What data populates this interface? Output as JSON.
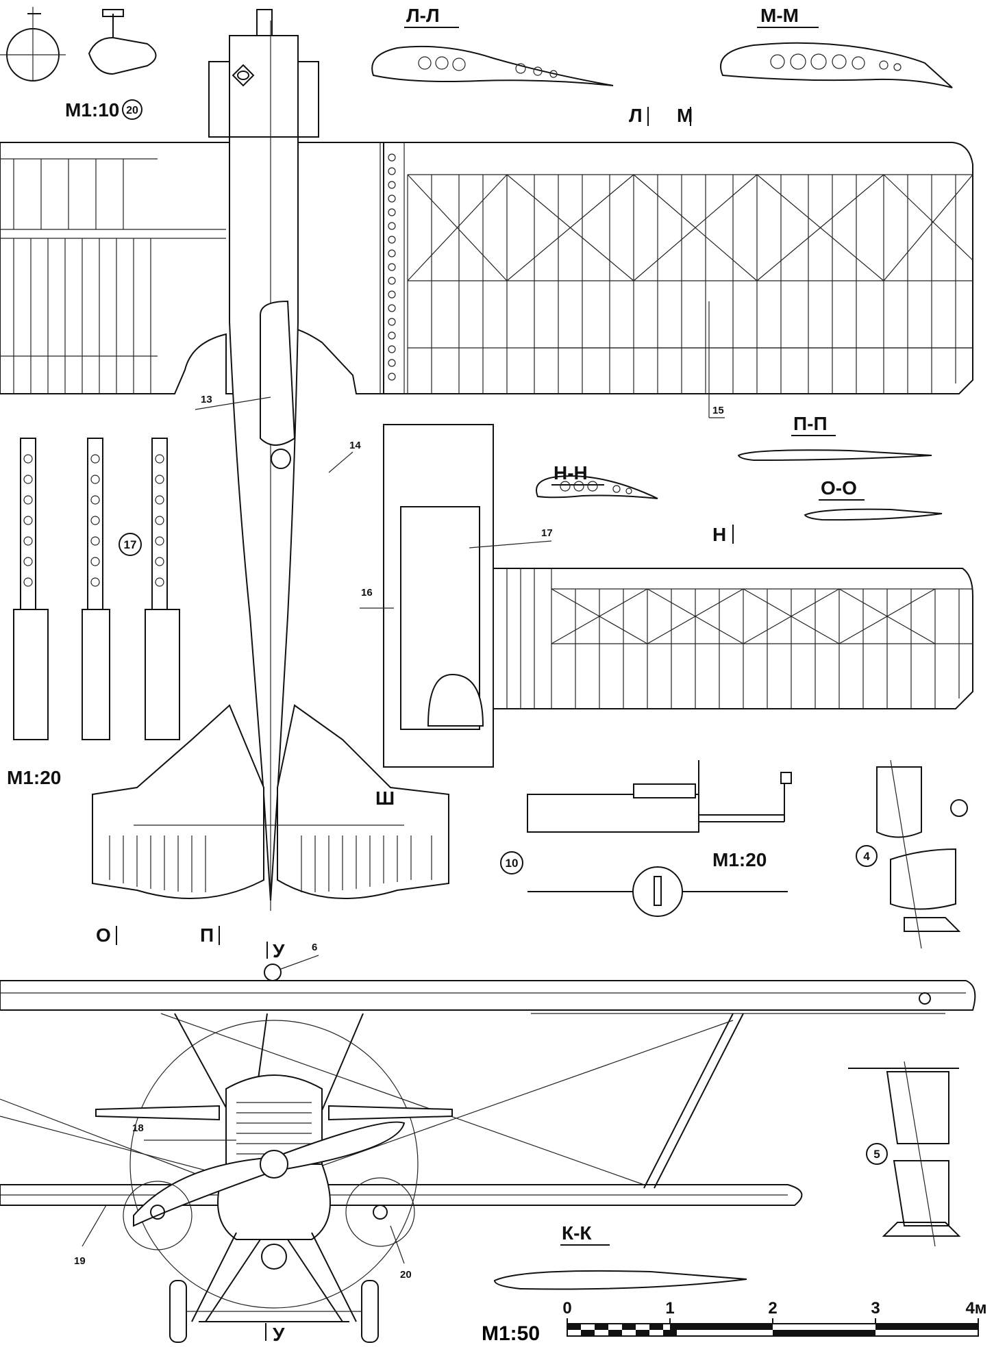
{
  "sections": [
    "Л-Л",
    "М-М",
    "Н-Н",
    "П-П",
    "О-О",
    "К-К"
  ],
  "scales": {
    "detail_20": "M1:10",
    "guns_17": "M1:20",
    "gun_10": "M1:20",
    "main": "M1:50"
  },
  "section_marks": {
    "l": "Л",
    "m": "М",
    "n": "Н",
    "o": "О",
    "p": "П",
    "u_top": "У",
    "u_bottom": "У",
    "sh": "Ш"
  },
  "callouts": {
    "c20_circle": "20",
    "c17_circle": "17",
    "c10_circle": "10",
    "c4_circle": "4",
    "c5_circle": "5",
    "c13": "13",
    "c14": "14",
    "c15": "15",
    "c16": "16",
    "c17": "17",
    "c6": "6",
    "c18": "18",
    "c19": "19",
    "c20": "20"
  },
  "scale_bar": {
    "ticks": [
      "0",
      "1",
      "2",
      "3",
      "4м"
    ]
  }
}
